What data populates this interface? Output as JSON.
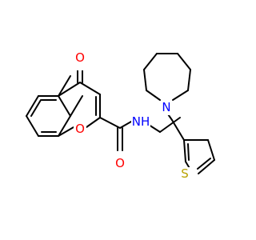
{
  "atoms": {
    "carbonyl_o_ring": {
      "symbol": "O",
      "color": "#ff0000"
    },
    "ring_o": {
      "symbol": "O",
      "color": "#ff0000"
    },
    "amide_o": {
      "symbol": "O",
      "color": "#ff0000"
    },
    "amide_nh": {
      "symbol": "NH",
      "color": "#0000ff"
    },
    "azepane_n": {
      "symbol": "N",
      "color": "#0000ff"
    },
    "thiophene_s": {
      "symbol": "S",
      "color": "#b8a200"
    }
  },
  "bond_color": "#000000"
}
